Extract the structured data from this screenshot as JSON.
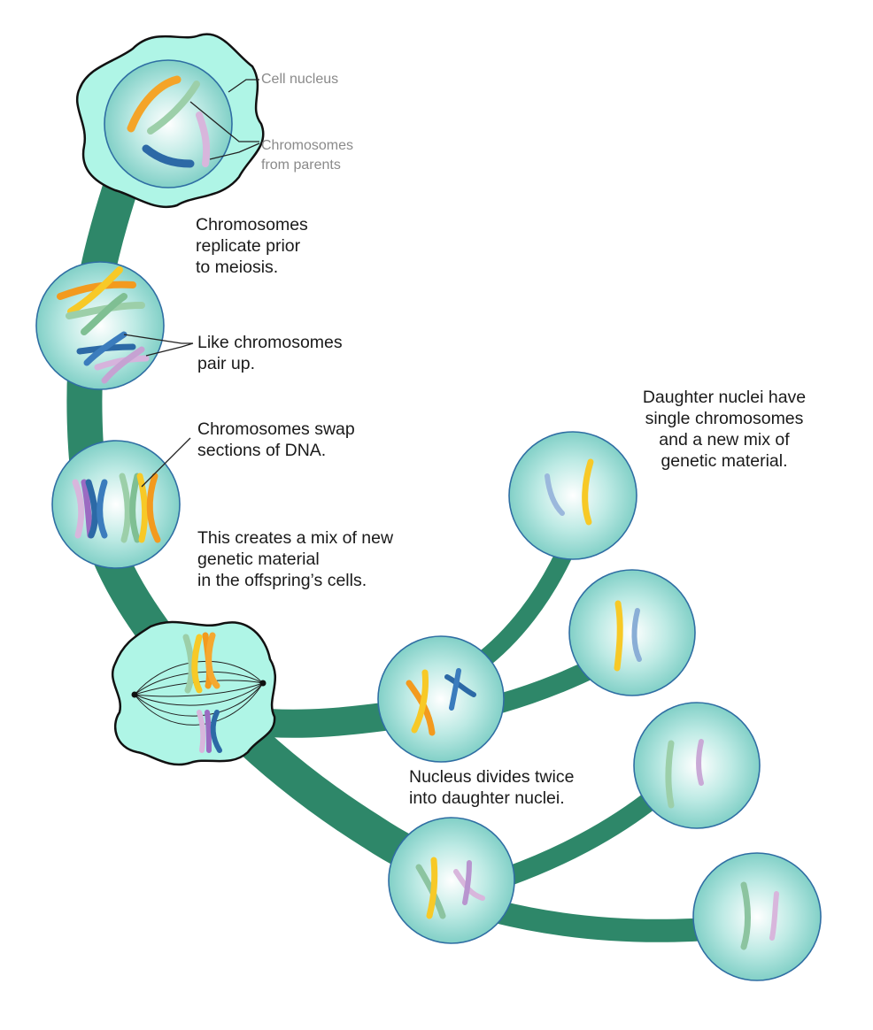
{
  "title": "Meiosis: how chromosomes mix genetic material",
  "colors": {
    "pathway": "#2e8769",
    "cell_fill": "#aff5e6",
    "nucleus_edge": "#2f6ea3",
    "nucleus_center": "#ffffff",
    "nucleus_mid": "#b7e8e2",
    "nucleus_outer": "#7fcfc6",
    "outline": "#111111",
    "label_text": "#1a1a1a",
    "callout_text": "#8a8a8a",
    "chromosome_orange": "#f39a1e",
    "chromosome_yellow": "#f7c927",
    "chromosome_green": "#8cc4a0",
    "chromosome_blue": "#2c69a6",
    "chromosome_purple": "#b895cf",
    "chromosome_pink": "#e6c3e2"
  },
  "labels": {
    "cell_nucleus": "Cell nucleus",
    "chromosomes_from_parents": "Chromosomes\nfrom parents",
    "replicate": "Chromosomes\nreplicate prior\nto meiosis.",
    "pair_up": "Like chromosomes\npair up.",
    "swap": "Chromosomes swap\nsections of DNA.",
    "mix": "This creates a mix of new\ngenetic material\nin the offspring’s cells.",
    "divides": "Nucleus divides twice\ninto daughter nuclei.",
    "daughter": "Daughter nuclei have\nsingle chromosomes\nand a new mix of\ngenetic material."
  },
  "stages": [
    {
      "id": "parent-cell",
      "description": "Cell with nucleus containing four chromosomes from parents"
    },
    {
      "id": "replication",
      "description": "Nucleus with replicated X-shaped chromosomes"
    },
    {
      "id": "crossing-over",
      "description": "Paired chromosomes swapping DNA sections"
    },
    {
      "id": "spindle",
      "description": "Cell with spindle fibres separating chromosome pairs"
    },
    {
      "id": "division-1a",
      "description": "First division nucleus (upper)"
    },
    {
      "id": "division-1b",
      "description": "First division nucleus (lower)"
    },
    {
      "id": "daughter-1",
      "description": "Daughter nucleus 1"
    },
    {
      "id": "daughter-2",
      "description": "Daughter nucleus 2"
    },
    {
      "id": "daughter-3",
      "description": "Daughter nucleus 3"
    },
    {
      "id": "daughter-4",
      "description": "Daughter nucleus 4"
    }
  ]
}
